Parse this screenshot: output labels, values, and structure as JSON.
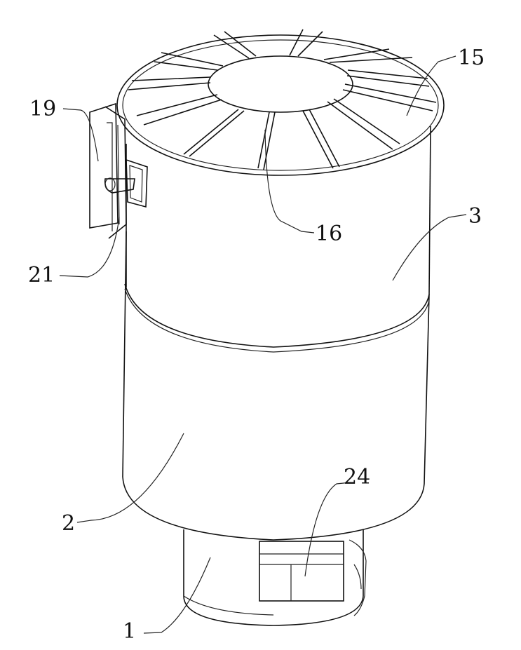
{
  "figure": {
    "labels": {
      "l15": "15",
      "l19": "19",
      "l16": "16",
      "l3": "3",
      "l21": "21",
      "l2": "2",
      "l24": "24",
      "l1": "1"
    },
    "colors": {
      "ink": "#111111",
      "background": "#ffffff"
    }
  }
}
